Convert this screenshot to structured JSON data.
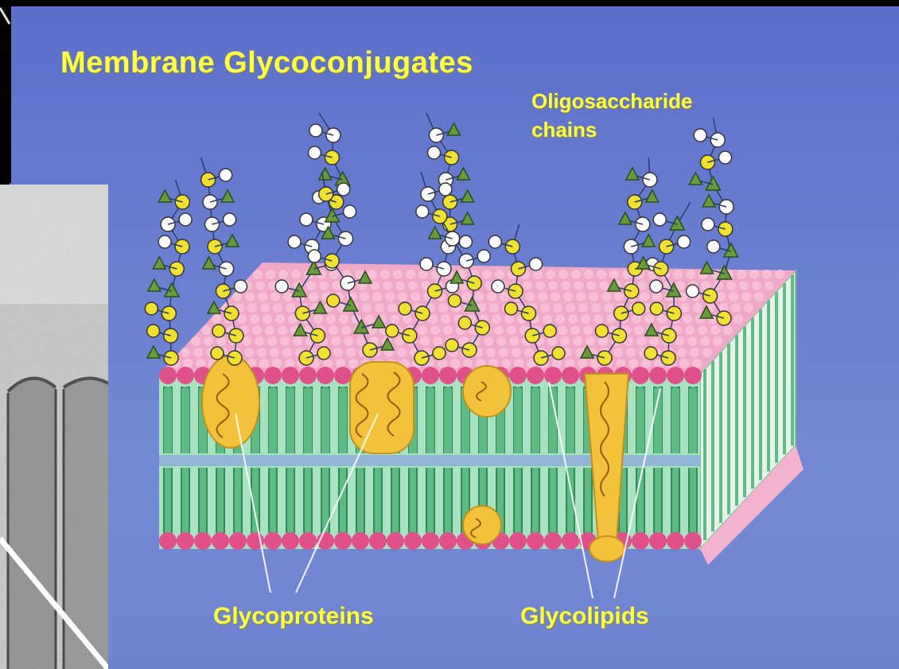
{
  "slide": {
    "title": "Membrane Glycoconjugates",
    "labels": {
      "oligosaccharide_line1": "Oligosaccharide",
      "oligosaccharide_line2": "chains",
      "glycoproteins": "Glycoproteins",
      "glycolipids": "Glycolipids"
    }
  },
  "colors": {
    "background": "#6a7fd0",
    "label_text": "#ffff4a",
    "phospholipid_head": "#e0508a",
    "lipid_tail": "#5fba84",
    "membrane_surface": "#f0a8c8",
    "protein": "#f2c23a",
    "sugar_yellow": "#f0e030",
    "sugar_white": "#ffffff",
    "sugar_green": "#6a9a3a"
  }
}
